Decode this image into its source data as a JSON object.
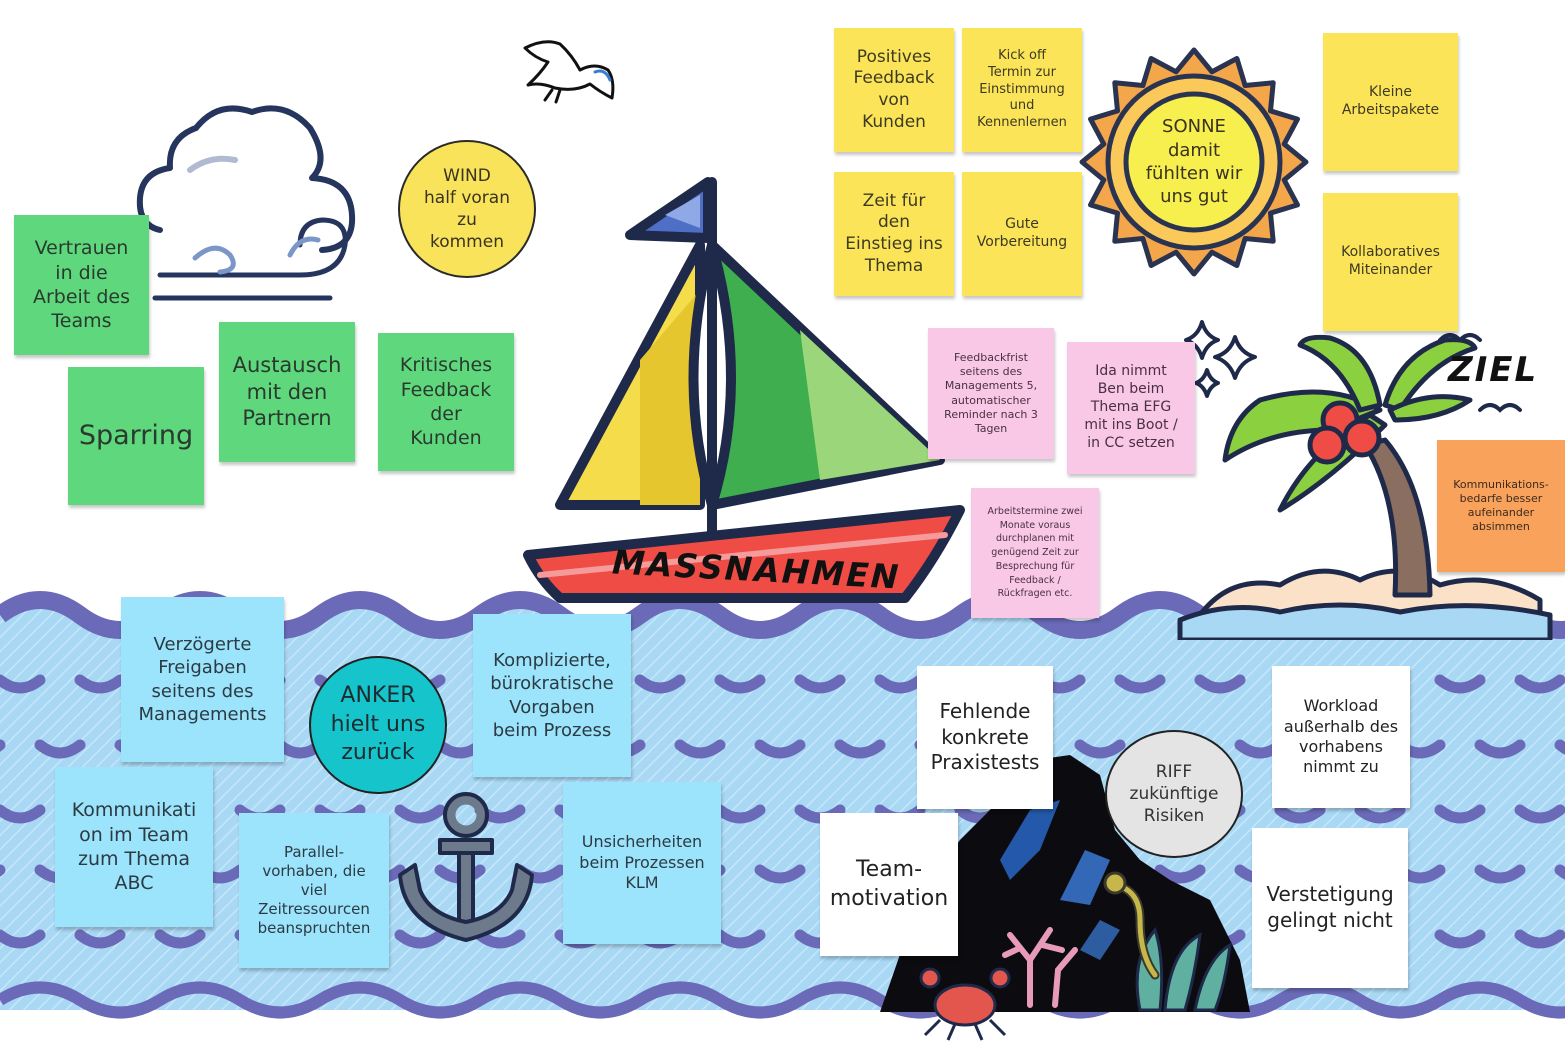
{
  "board": {
    "title": "MASSNAHMEN",
    "goal_label": "ZIEL"
  },
  "circles": {
    "wind": "WIND\nhalf voran\nzu\nkommen",
    "sun": "SONNE\ndamit\nfühlten wir\nuns gut",
    "anchor": "ANKER\nhielt uns\nzurück",
    "reef": "RIFF\nzukünftige\nRisiken"
  },
  "notes": {
    "green": [
      "Vertrauen\nin die\nArbeit des\nTeams",
      "Sparring",
      "Austausch\nmit den\nPartnern",
      "Kritisches\nFeedback\nder\nKunden"
    ],
    "yellow": [
      "Positives\nFeedback\nvon\nKunden",
      "Kick off\nTermin zur\nEinstimmung\nund\nKennenlernen",
      "Zeit für\nden\nEinstieg ins\nThema",
      "Gute\nVorbereitung",
      "Kleine\nArbeitspakete",
      "Kollaboratives\nMiteinander"
    ],
    "pink": [
      "Feedbackfrist\nseitens des\nManagements 5,\nautomatischer\nReminder nach 3\nTagen",
      "Ida nimmt\nBen beim\nThema EFG\nmit ins Boot  /\nin CC setzen",
      "Arbeitstermine zwei\nMonate voraus\ndurchplanen mit\ngenügend Zeit zur\nBesprechung für\nFeedback /\nRückfragen etc."
    ],
    "orange": [
      "Kommunikations-\nbedarfe besser\naufeinander\nabsimmen"
    ],
    "blue": [
      "Verzögerte\nFreigaben\nseitens des\nManagements",
      "Komplizierte,\nbürokratische\nVorgaben\nbeim Prozess",
      "Kommunikati\non im Team\nzum Thema\nABC",
      "Parallel-\nvorhaben, die\nviel\nZeitressourcen\nbeanspruchten",
      "Unsicherheiten\nbeim Prozessen\nKLM"
    ],
    "white": [
      "Fehlende\nkonkrete\nPraxistests",
      "Team-\nmotivation",
      "Workload\naußerhalb des\nvorhabens\nnimmt zu",
      "Verstetigung\ngelingt nicht"
    ]
  },
  "colors": {
    "green_note": "#5fd87d",
    "yellow_note": "#fbe458",
    "pink_note": "#f8c8e6",
    "blue_note": "#9be4fb",
    "orange_note": "#f9a25c",
    "water": "#a9d8f5",
    "wave": "#6a6ab8",
    "outline": "#1f2a4a",
    "anchor_circle": "#16c4cc",
    "sun": "#f6dd3c",
    "boat_red": "#ee4c45"
  },
  "icons": [
    "seagull-icon",
    "cloud-icon",
    "wind-swirl-icon",
    "sailboat-icon",
    "sun-icon",
    "sparkle-icon",
    "palm-tree-icon",
    "bird-icon",
    "anchor-icon",
    "rock-cave-icon",
    "eel-icon",
    "crab-icon",
    "coral-icon",
    "seaweed-icon"
  ]
}
